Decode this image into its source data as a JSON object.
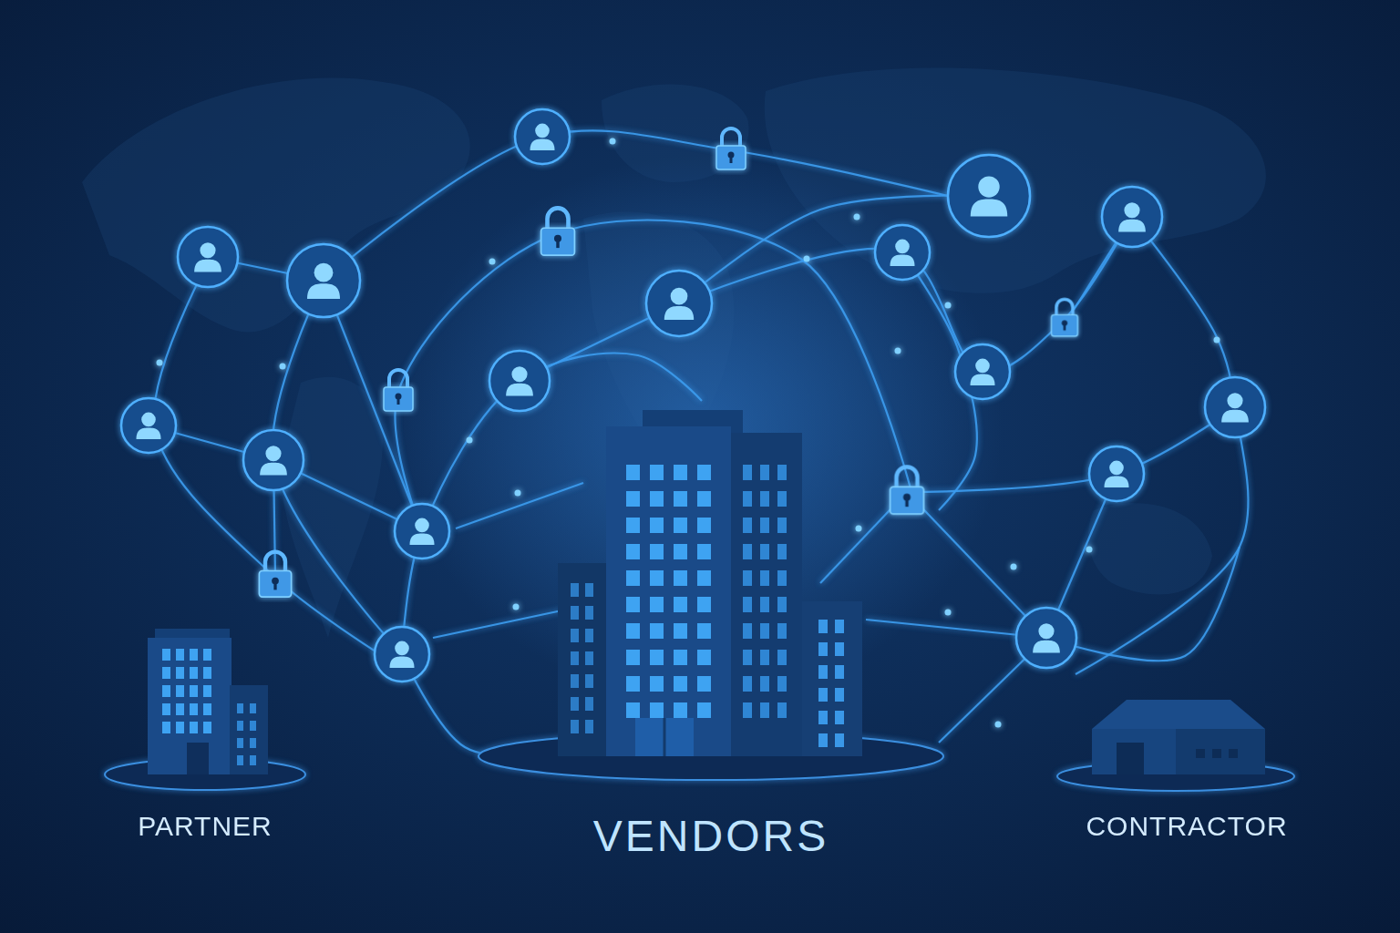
{
  "diagram": {
    "labels": [
      "PARTNER",
      "VENDORS",
      "CONTRACTOR"
    ]
  }
}
